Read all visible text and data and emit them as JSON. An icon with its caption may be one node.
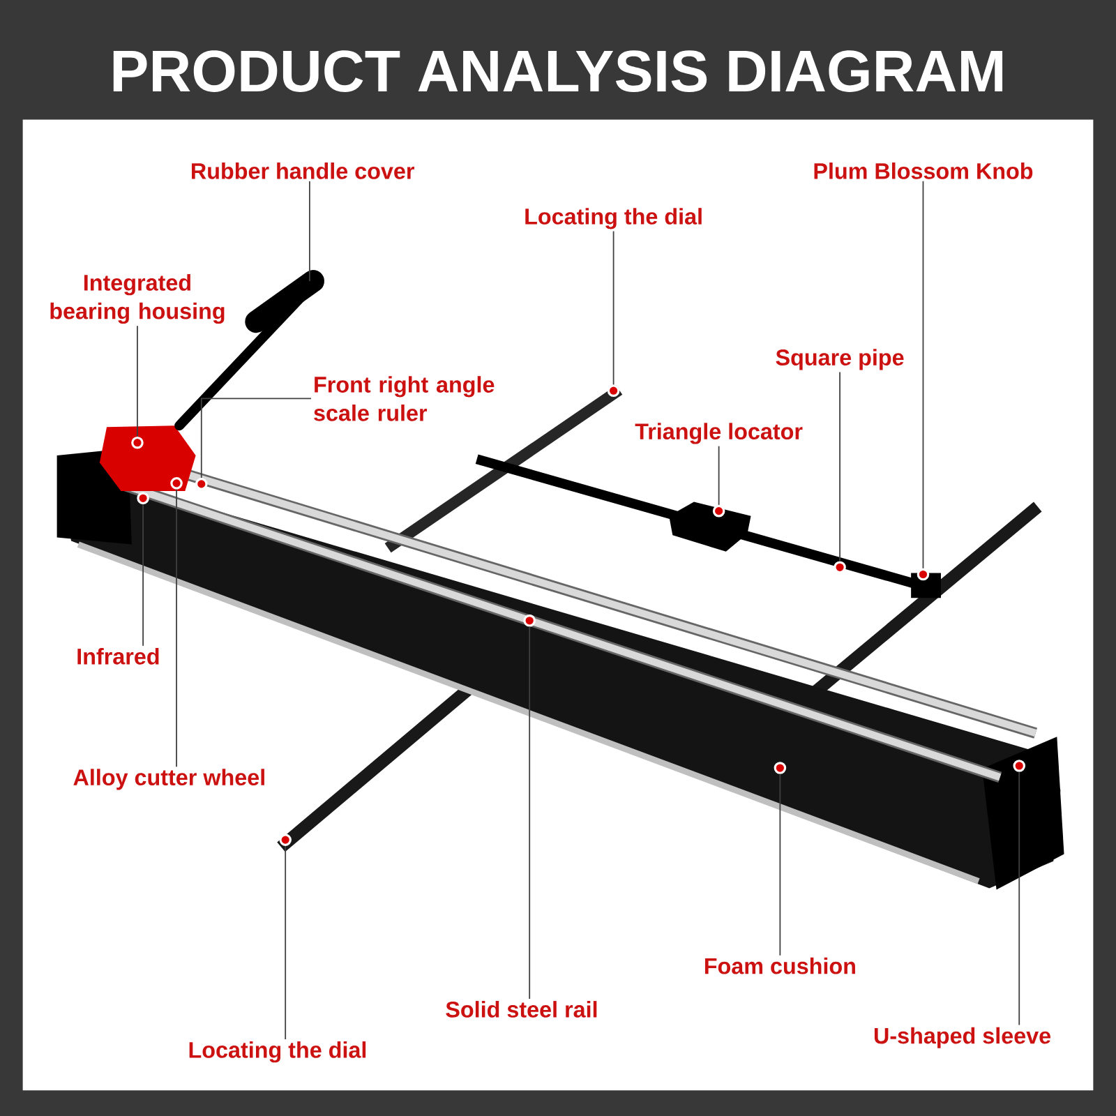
{
  "diagram": {
    "title": "PRODUCT ANALYSIS DIAGRAM",
    "nodes": [
      {
        "text": [
          "Rubber handle cover"
        ]
      },
      {
        "text": [
          "Integrated bearing housing"
        ]
      },
      {
        "text": [
          "Front right angle scale ruler"
        ]
      },
      {
        "text": [
          "Locating the dial"
        ]
      },
      {
        "text": [
          "Plum Blossom Knob"
        ]
      },
      {
        "text": [
          "Square pipe"
        ]
      },
      {
        "text": [
          "Triangle locator"
        ]
      },
      {
        "text": [
          "Infrared"
        ]
      },
      {
        "text": [
          "Alloy cutter wheel"
        ]
      },
      {
        "text": [
          "Locating the dial"
        ]
      },
      {
        "text": [
          "Solid steel rail"
        ]
      },
      {
        "text": [
          "Foam cushion"
        ]
      },
      {
        "text": [
          "U-shaped sleeve"
        ]
      },
      {
        "text": [],
        "shape": "circle"
      },
      {
        "text": [],
        "shape": "circle"
      },
      {
        "text": [],
        "shape": "circle"
      },
      {
        "text": [],
        "shape": "circle"
      },
      {
        "text": [],
        "shape": "circle"
      },
      {
        "text": [],
        "shape": "circle"
      },
      {
        "text": [],
        "shape": "circle"
      },
      {
        "text": [],
        "shape": "circle"
      },
      {
        "text": [],
        "shape": "circle"
      },
      {
        "text": [],
        "shape": "circle"
      },
      {
        "text": [],
        "shape": "circle"
      },
      {
        "text": [],
        "shape": "circle"
      }
    ],
    "edges": [
      {
        "from": 0,
        "to": null,
        "arrow": "none"
      },
      {
        "from": 1,
        "to": 13,
        "arrow": "none"
      },
      {
        "from": 2,
        "to": 14,
        "arrow": "none"
      },
      {
        "from": 3,
        "to": 15,
        "arrow": "none"
      },
      {
        "from": 4,
        "to": 16,
        "arrow": "none"
      },
      {
        "from": 5,
        "to": 17,
        "arrow": "none"
      },
      {
        "from": 6,
        "to": 18,
        "arrow": "none"
      },
      {
        "from": 7,
        "to": 19,
        "arrow": "none"
      },
      {
        "from": 8,
        "to": 20,
        "arrow": "none"
      },
      {
        "from": 9,
        "to": 21,
        "arrow": "none"
      },
      {
        "from": 10,
        "to": 22,
        "arrow": "none"
      },
      {
        "from": 11,
        "to": 23,
        "arrow": "none"
      },
      {
        "from": 12,
        "to": 24,
        "arrow": "none"
      }
    ]
  }
}
